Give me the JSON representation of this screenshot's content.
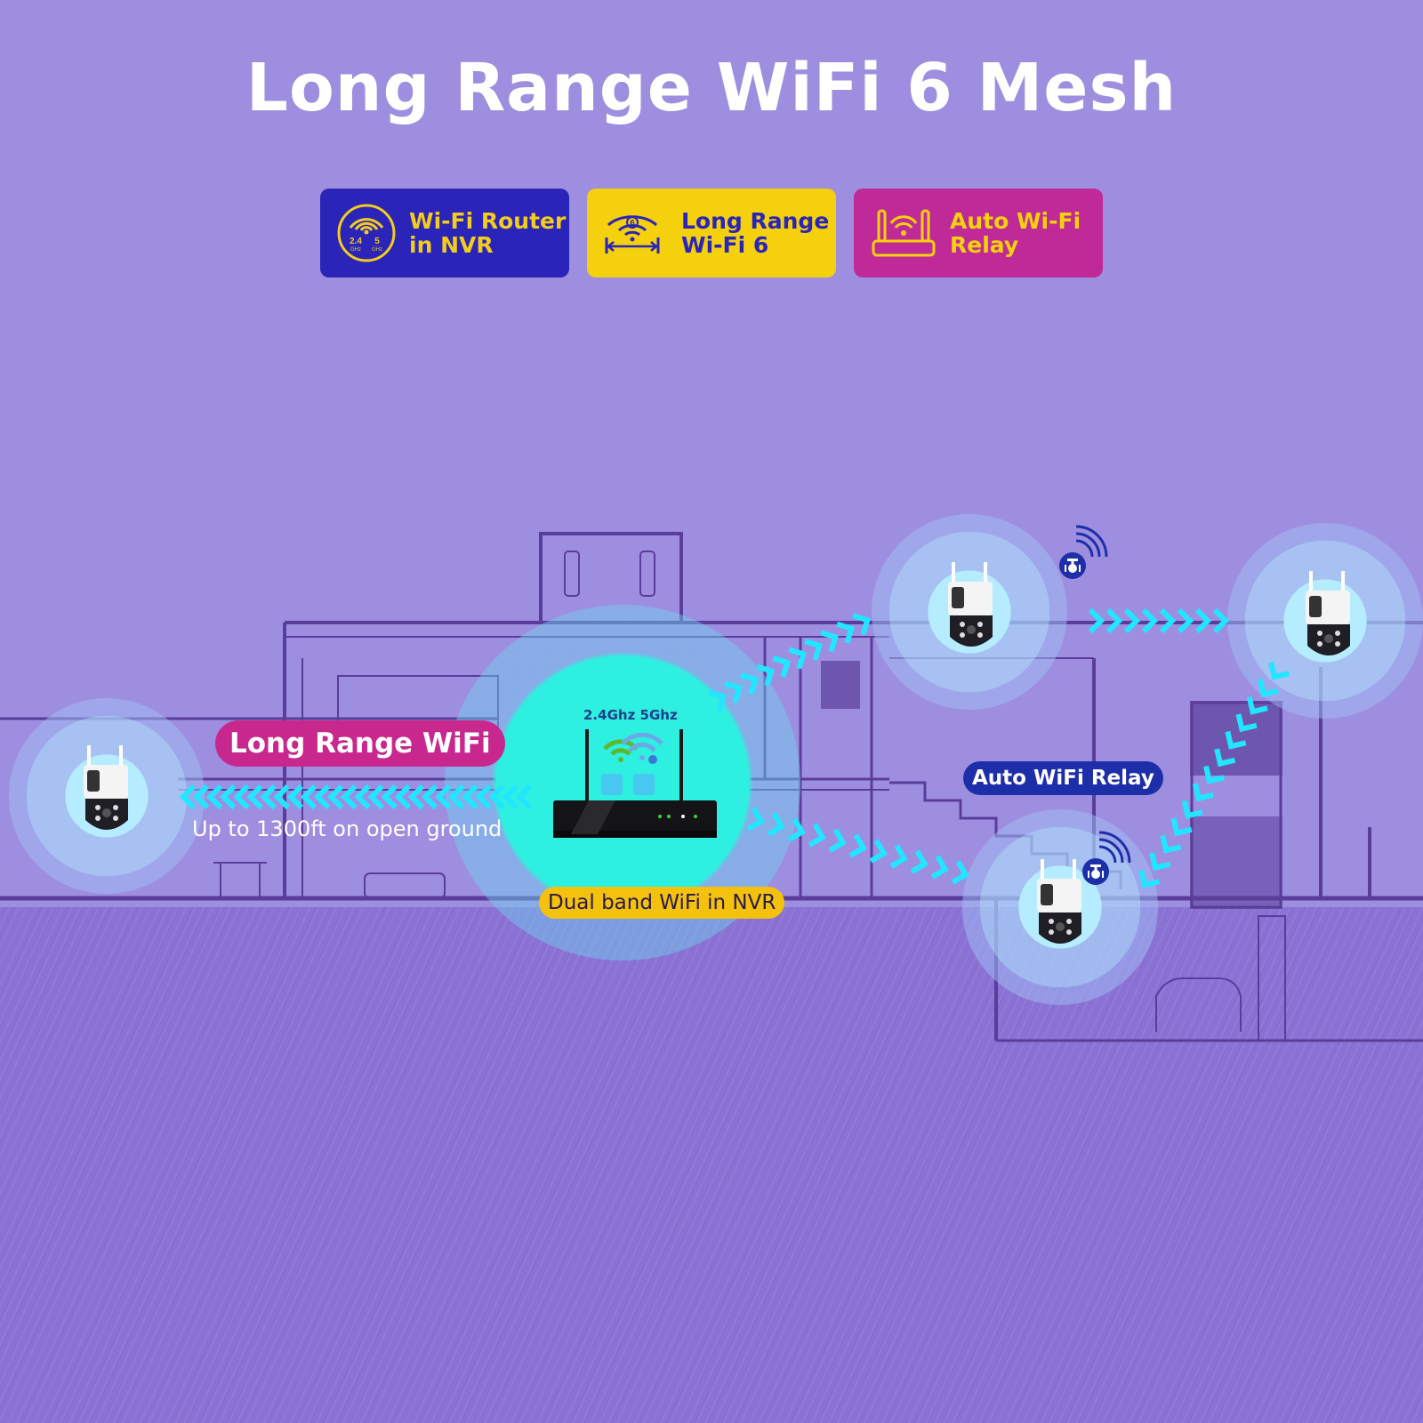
{
  "title": "Long Range WiFi 6 Mesh",
  "badges": [
    {
      "line1": "Wi-Fi Router",
      "line2": "in NVR",
      "icon": "router-wifi-dual-band-icon",
      "icon_labels": [
        "2.4",
        "5",
        "GHz",
        "GHz"
      ],
      "bg": "#2a24b8",
      "fg": "#f2cc1e"
    },
    {
      "line1": "Long Range",
      "line2": "Wi-Fi 6",
      "icon": "wifi6-range-icon",
      "icon_label": "6",
      "bg": "#f4d10c",
      "fg": "#2a24b8"
    },
    {
      "line1": "Auto Wi-Fi",
      "line2": "Relay",
      "icon": "router-antenna-icon",
      "bg": "#c02a98",
      "fg": "#f4d10c"
    }
  ],
  "diagram": {
    "long_range_label": "Long Range WiFi",
    "range_text": "Up to 1300ft on open ground",
    "frequency_label": "2.4Ghz  5Ghz",
    "nvr_label": "Dual band WiFi in NVR",
    "relay_label": "Auto WiFi Relay",
    "colors": {
      "arrow": "#22e6ff",
      "glow": "#aee8ff",
      "nvr_glow": "#2ef0e0",
      "wall": "#5a3d9a",
      "relay_icon": "#1d2fa8"
    }
  }
}
